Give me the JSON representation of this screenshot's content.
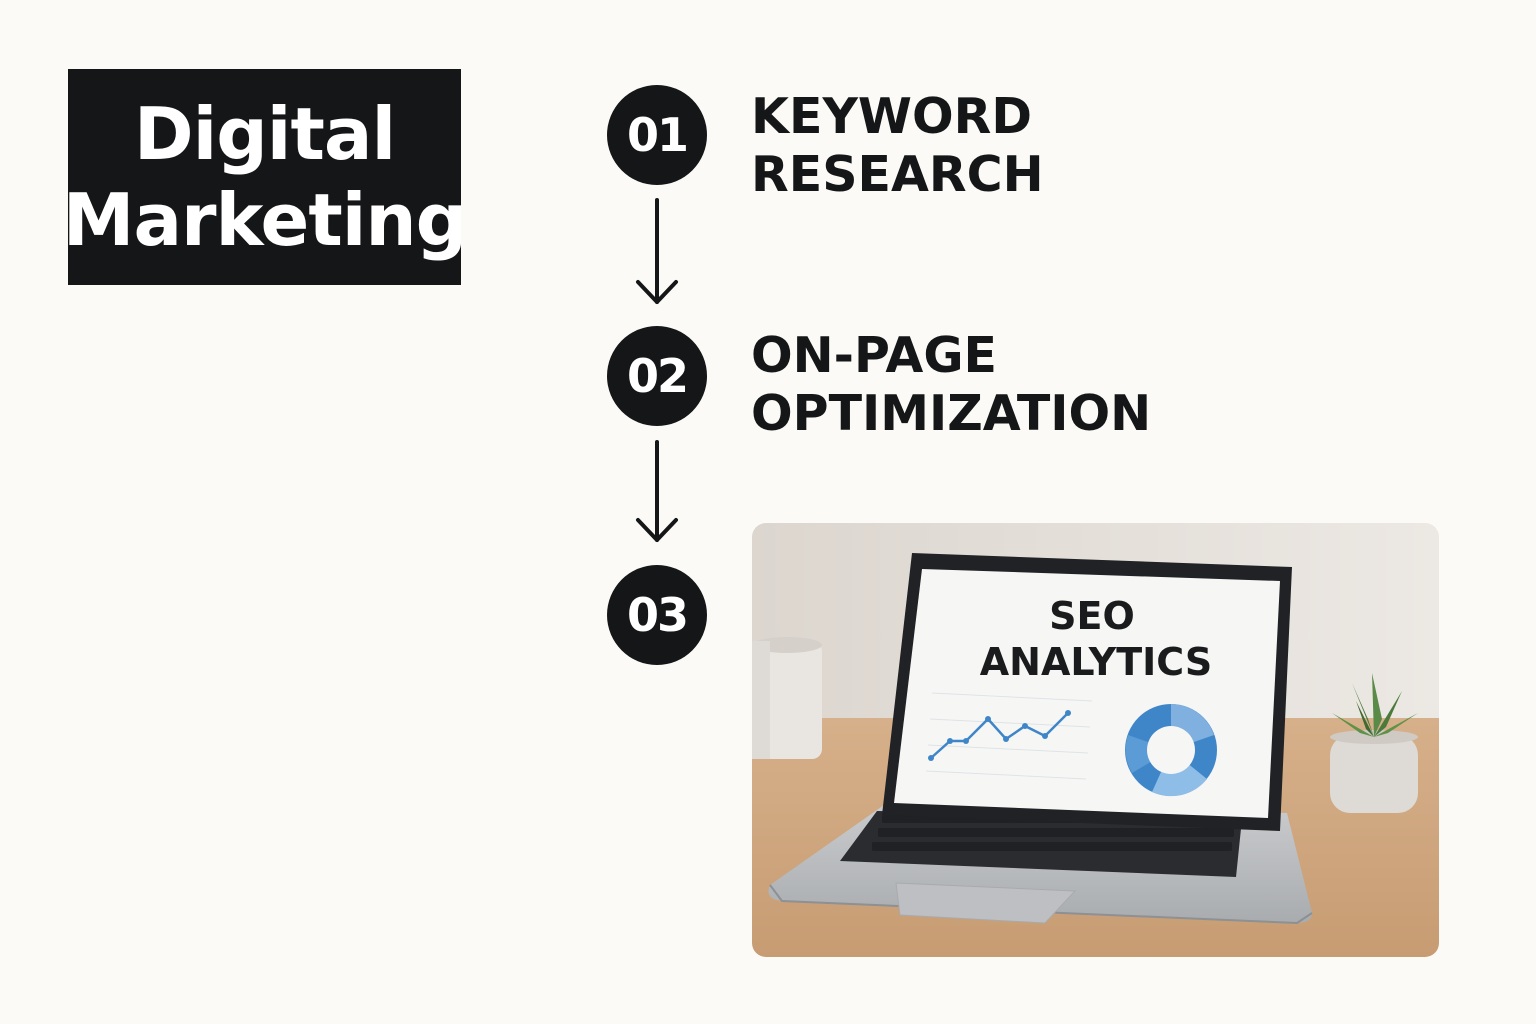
{
  "title": {
    "line1": "Digital",
    "line2": "Marketing"
  },
  "steps": [
    {
      "number": "01",
      "line1": "KEYWORD",
      "line2": "RESEARCH"
    },
    {
      "number": "02",
      "line1": "ON-PAGE",
      "line2": "OPTIMIZATION"
    },
    {
      "number": "03"
    }
  ],
  "photo": {
    "screen_line1": "SEO",
    "screen_line2": "ANALYTICS"
  },
  "colors": {
    "background": "#fbfaf6",
    "dark": "#141617",
    "chart_blue": "#3f86c9"
  }
}
